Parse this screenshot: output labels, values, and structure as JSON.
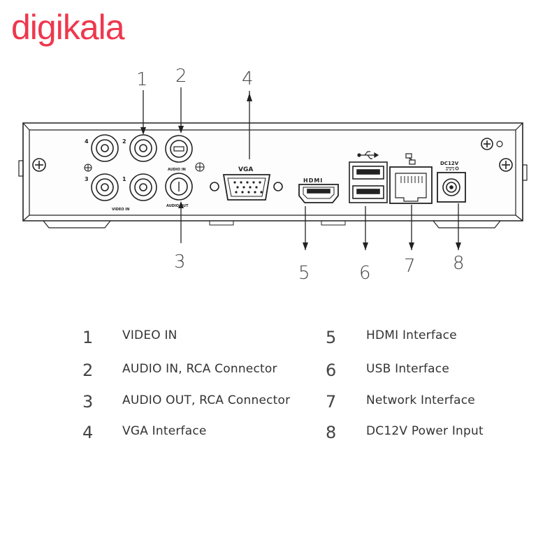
{
  "logo": {
    "text": "digikala",
    "color": "#ee384e"
  },
  "panel": {
    "video_in_label": "VIDEO IN",
    "audio_in_label": "AUDIO IN",
    "audio_out_label": "AUDIO OUT",
    "vga_label": "VGA",
    "hdmi_label": "HDMI",
    "dc_label": "DC12V",
    "bnc_numbers": [
      "4",
      "2",
      "3",
      "1"
    ]
  },
  "callouts": [
    "1",
    "2",
    "3",
    "4",
    "5",
    "6",
    "7",
    "8"
  ],
  "legend": [
    {
      "num": "1",
      "text": "VIDEO IN"
    },
    {
      "num": "2",
      "text": "AUDIO IN, RCA Connector"
    },
    {
      "num": "3",
      "text": "AUDIO OUT, RCA Connector"
    },
    {
      "num": "4",
      "text": "VGA Interface"
    },
    {
      "num": "5",
      "text": "HDMI Interface"
    },
    {
      "num": "6",
      "text": "USB Interface"
    },
    {
      "num": "7",
      "text": "Network Interface"
    },
    {
      "num": "8",
      "text": "DC12V Power Input"
    }
  ]
}
